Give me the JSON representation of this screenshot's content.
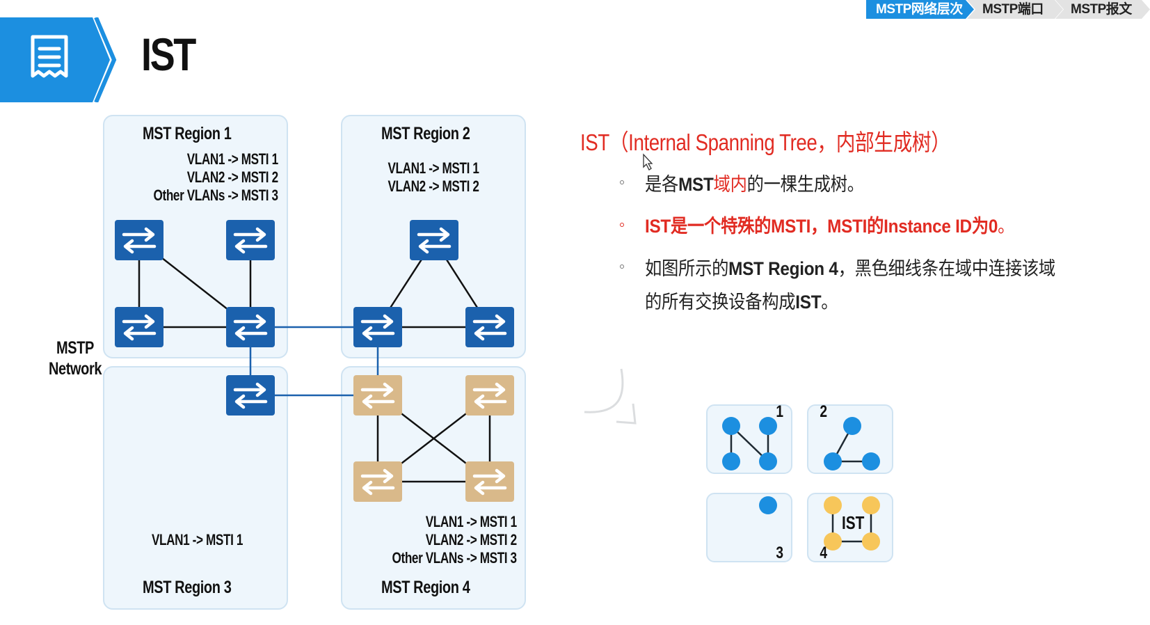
{
  "breadcrumb": {
    "tabs": [
      {
        "label": "MSTP网络层次",
        "active": true
      },
      {
        "label": "MSTP端口",
        "active": false
      },
      {
        "label": "MSTP报文",
        "active": false
      }
    ]
  },
  "header": {
    "icon": "document-icon",
    "title": "IST"
  },
  "diagram": {
    "network_label_line1": "MSTP",
    "network_label_line2": "Network",
    "regions": [
      {
        "name": "MST Region 1",
        "mappings": [
          "VLAN1 -> MSTI 1",
          "VLAN2 -> MSTI 2",
          "Other VLANs -> MSTI 3"
        ]
      },
      {
        "name": "MST Region 2",
        "mappings": [
          "VLAN1 -> MSTI 1",
          "VLAN2 -> MSTI 2"
        ]
      },
      {
        "name": "MST Region 3",
        "mappings": [
          "VLAN1 -> MSTI 1"
        ]
      },
      {
        "name": "MST Region 4",
        "mappings": [
          "VLAN1 -> MSTI 1",
          "VLAN2 -> MSTI 2",
          "Other VLANs -> MSTI 3"
        ]
      }
    ],
    "switch_icon": "switch-icon",
    "colors": {
      "blue_switch": "#1b61ad",
      "gold_switch": "#d9b98a",
      "region_bg": "#eef6fc",
      "region_border": "#cfe3f2",
      "link": "#1b61ad"
    }
  },
  "content": {
    "heading": "IST（Internal Spanning Tree，内部生成树）",
    "bullets": [
      {
        "parts": [
          {
            "t": "是各",
            "s": ""
          },
          {
            "t": "MST",
            "s": "strong"
          },
          {
            "t": "域内",
            "s": "hl"
          },
          {
            "t": "的一棵生成树。",
            "s": ""
          }
        ],
        "red": false
      },
      {
        "parts": [
          {
            "t": "IST是一个特殊的MSTI，MSTI的Instance ID为0",
            "s": "strong"
          },
          {
            "t": "。",
            "s": ""
          }
        ],
        "red": true
      },
      {
        "parts": [
          {
            "t": "如图所示的",
            "s": ""
          },
          {
            "t": "MST Region 4",
            "s": "strong"
          },
          {
            "t": "，黑色细线条在域中连接该域",
            "s": ""
          }
        ],
        "red": false
      },
      {
        "parts": [
          {
            "t": "的所有交换设备构成",
            "s": ""
          },
          {
            "t": "IST",
            "s": "strong"
          },
          {
            "t": "。",
            "s": ""
          }
        ],
        "red": false,
        "continuation": true
      }
    ],
    "accent_color": "#e12b22"
  },
  "mini_regions": [
    {
      "number": "1"
    },
    {
      "number": "2"
    },
    {
      "number": "3"
    },
    {
      "number": "4",
      "label": "IST"
    }
  ]
}
